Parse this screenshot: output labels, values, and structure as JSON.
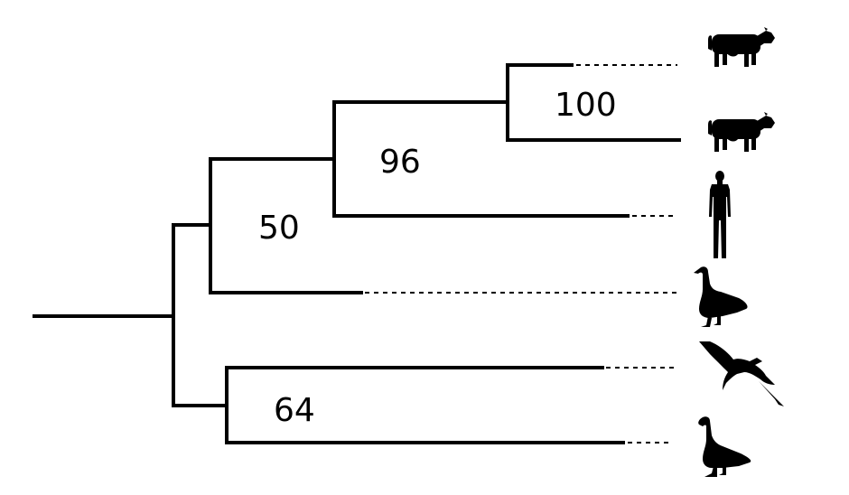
{
  "tree": {
    "support_values": {
      "clade_100": "100",
      "clade_96": "96",
      "clade_50": "50",
      "clade_64": "64"
    },
    "leaves": [
      {
        "organism": "cow",
        "icon": "cow-icon"
      },
      {
        "organism": "cow",
        "icon": "cow-icon"
      },
      {
        "organism": "human",
        "icon": "human-icon"
      },
      {
        "organism": "goose",
        "icon": "goose-icon"
      },
      {
        "organism": "seagull",
        "icon": "seagull-icon"
      },
      {
        "organism": "goose",
        "icon": "goose-icon"
      }
    ]
  }
}
